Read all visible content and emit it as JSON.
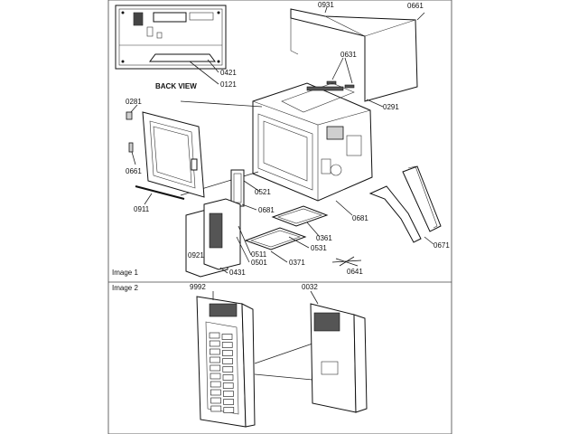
{
  "panels": {
    "image1_label": "Image 1",
    "image2_label": "Image 2"
  },
  "back_view_label": "BACK VIEW",
  "part_labels": {
    "p0931": "0931",
    "p0661_top": "0661",
    "p0421": "0421",
    "p0121": "0121",
    "p0631": "0631",
    "p0291": "0291",
    "p0281": "0281",
    "p0661_left": "0661",
    "p0911": "0911",
    "p0521": "0521",
    "p0681_a": "0681",
    "p0681_b": "0681",
    "p0361": "0361",
    "p0531": "0531",
    "p0671": "0671",
    "p0921": "0921",
    "p0511": "0511",
    "p0501": "0501",
    "p0431": "0431",
    "p0371": "0371",
    "p0641": "0641",
    "p9992": "9992",
    "p0032": "0032"
  }
}
